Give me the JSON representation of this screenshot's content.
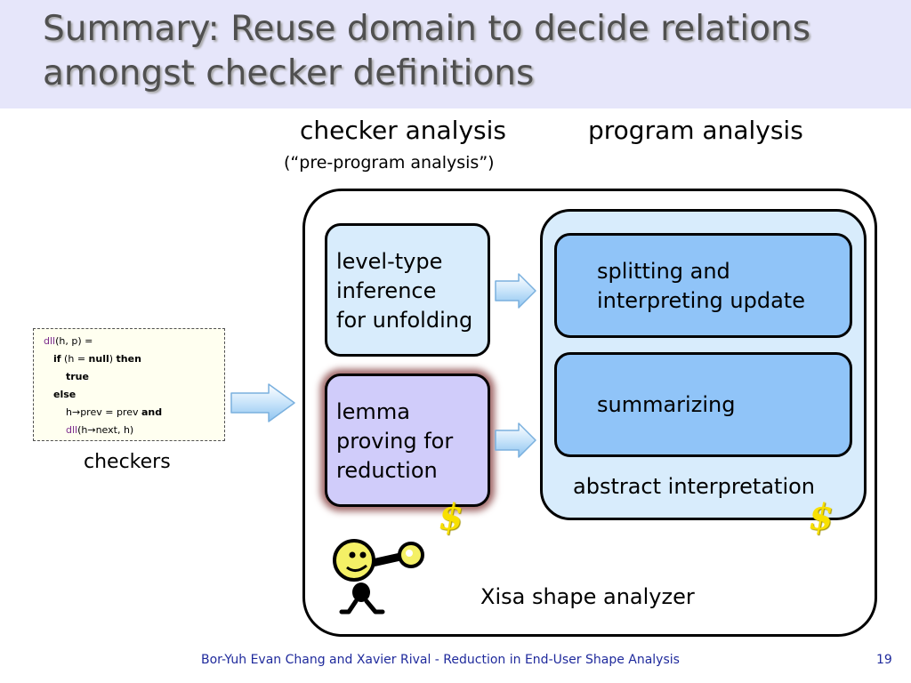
{
  "title": {
    "line1": "Summary: Reuse domain to decide relations",
    "line2": "amongst checker definitions"
  },
  "headers": {
    "checker_analysis": "checker analysis",
    "pre_program": "(“pre-program analysis”)",
    "program_analysis": "program analysis"
  },
  "checkers": {
    "caption": "checkers",
    "code": {
      "l1_fn": "dll",
      "l1_rest": "(h, p) =",
      "l2_if": "if",
      "l2_mid": " (h = ",
      "l2_null": "null",
      "l2_end": ") ",
      "l2_then": "then",
      "l3_true": "true",
      "l4_else": "else",
      "l5_rest": "h→prev = prev  ",
      "l5_and": "and",
      "l6_fn": "dll",
      "l6_rest": "(h→next, h)"
    }
  },
  "boxes": {
    "level_type": [
      "level-type",
      "inference",
      "for unfolding"
    ],
    "lemma": [
      "lemma",
      "proving for",
      "reduction"
    ],
    "splitting": [
      "splitting and",
      "interpreting update"
    ],
    "summarizing": "summarizing",
    "abstract_interpretation": "abstract interpretation",
    "xisa": "Xisa shape analyzer"
  },
  "icons": {
    "dollar_symbol": "$",
    "arrow_icon": "block-arrow-right",
    "mascot_icon": "xisa-mascot"
  },
  "colors": {
    "title_band": "#e6e6fa",
    "title_text": "#505050",
    "light_blue": "#d8ecfc",
    "inner_blue": "#90c4f8",
    "lavender": "#d0ccfa",
    "gold": "#f8e000",
    "footer_text": "#1f2a9c"
  },
  "footer": {
    "credit": "Bor-Yuh Evan Chang and Xavier Rival - Reduction in End-User Shape Analysis",
    "page_number": "19"
  }
}
